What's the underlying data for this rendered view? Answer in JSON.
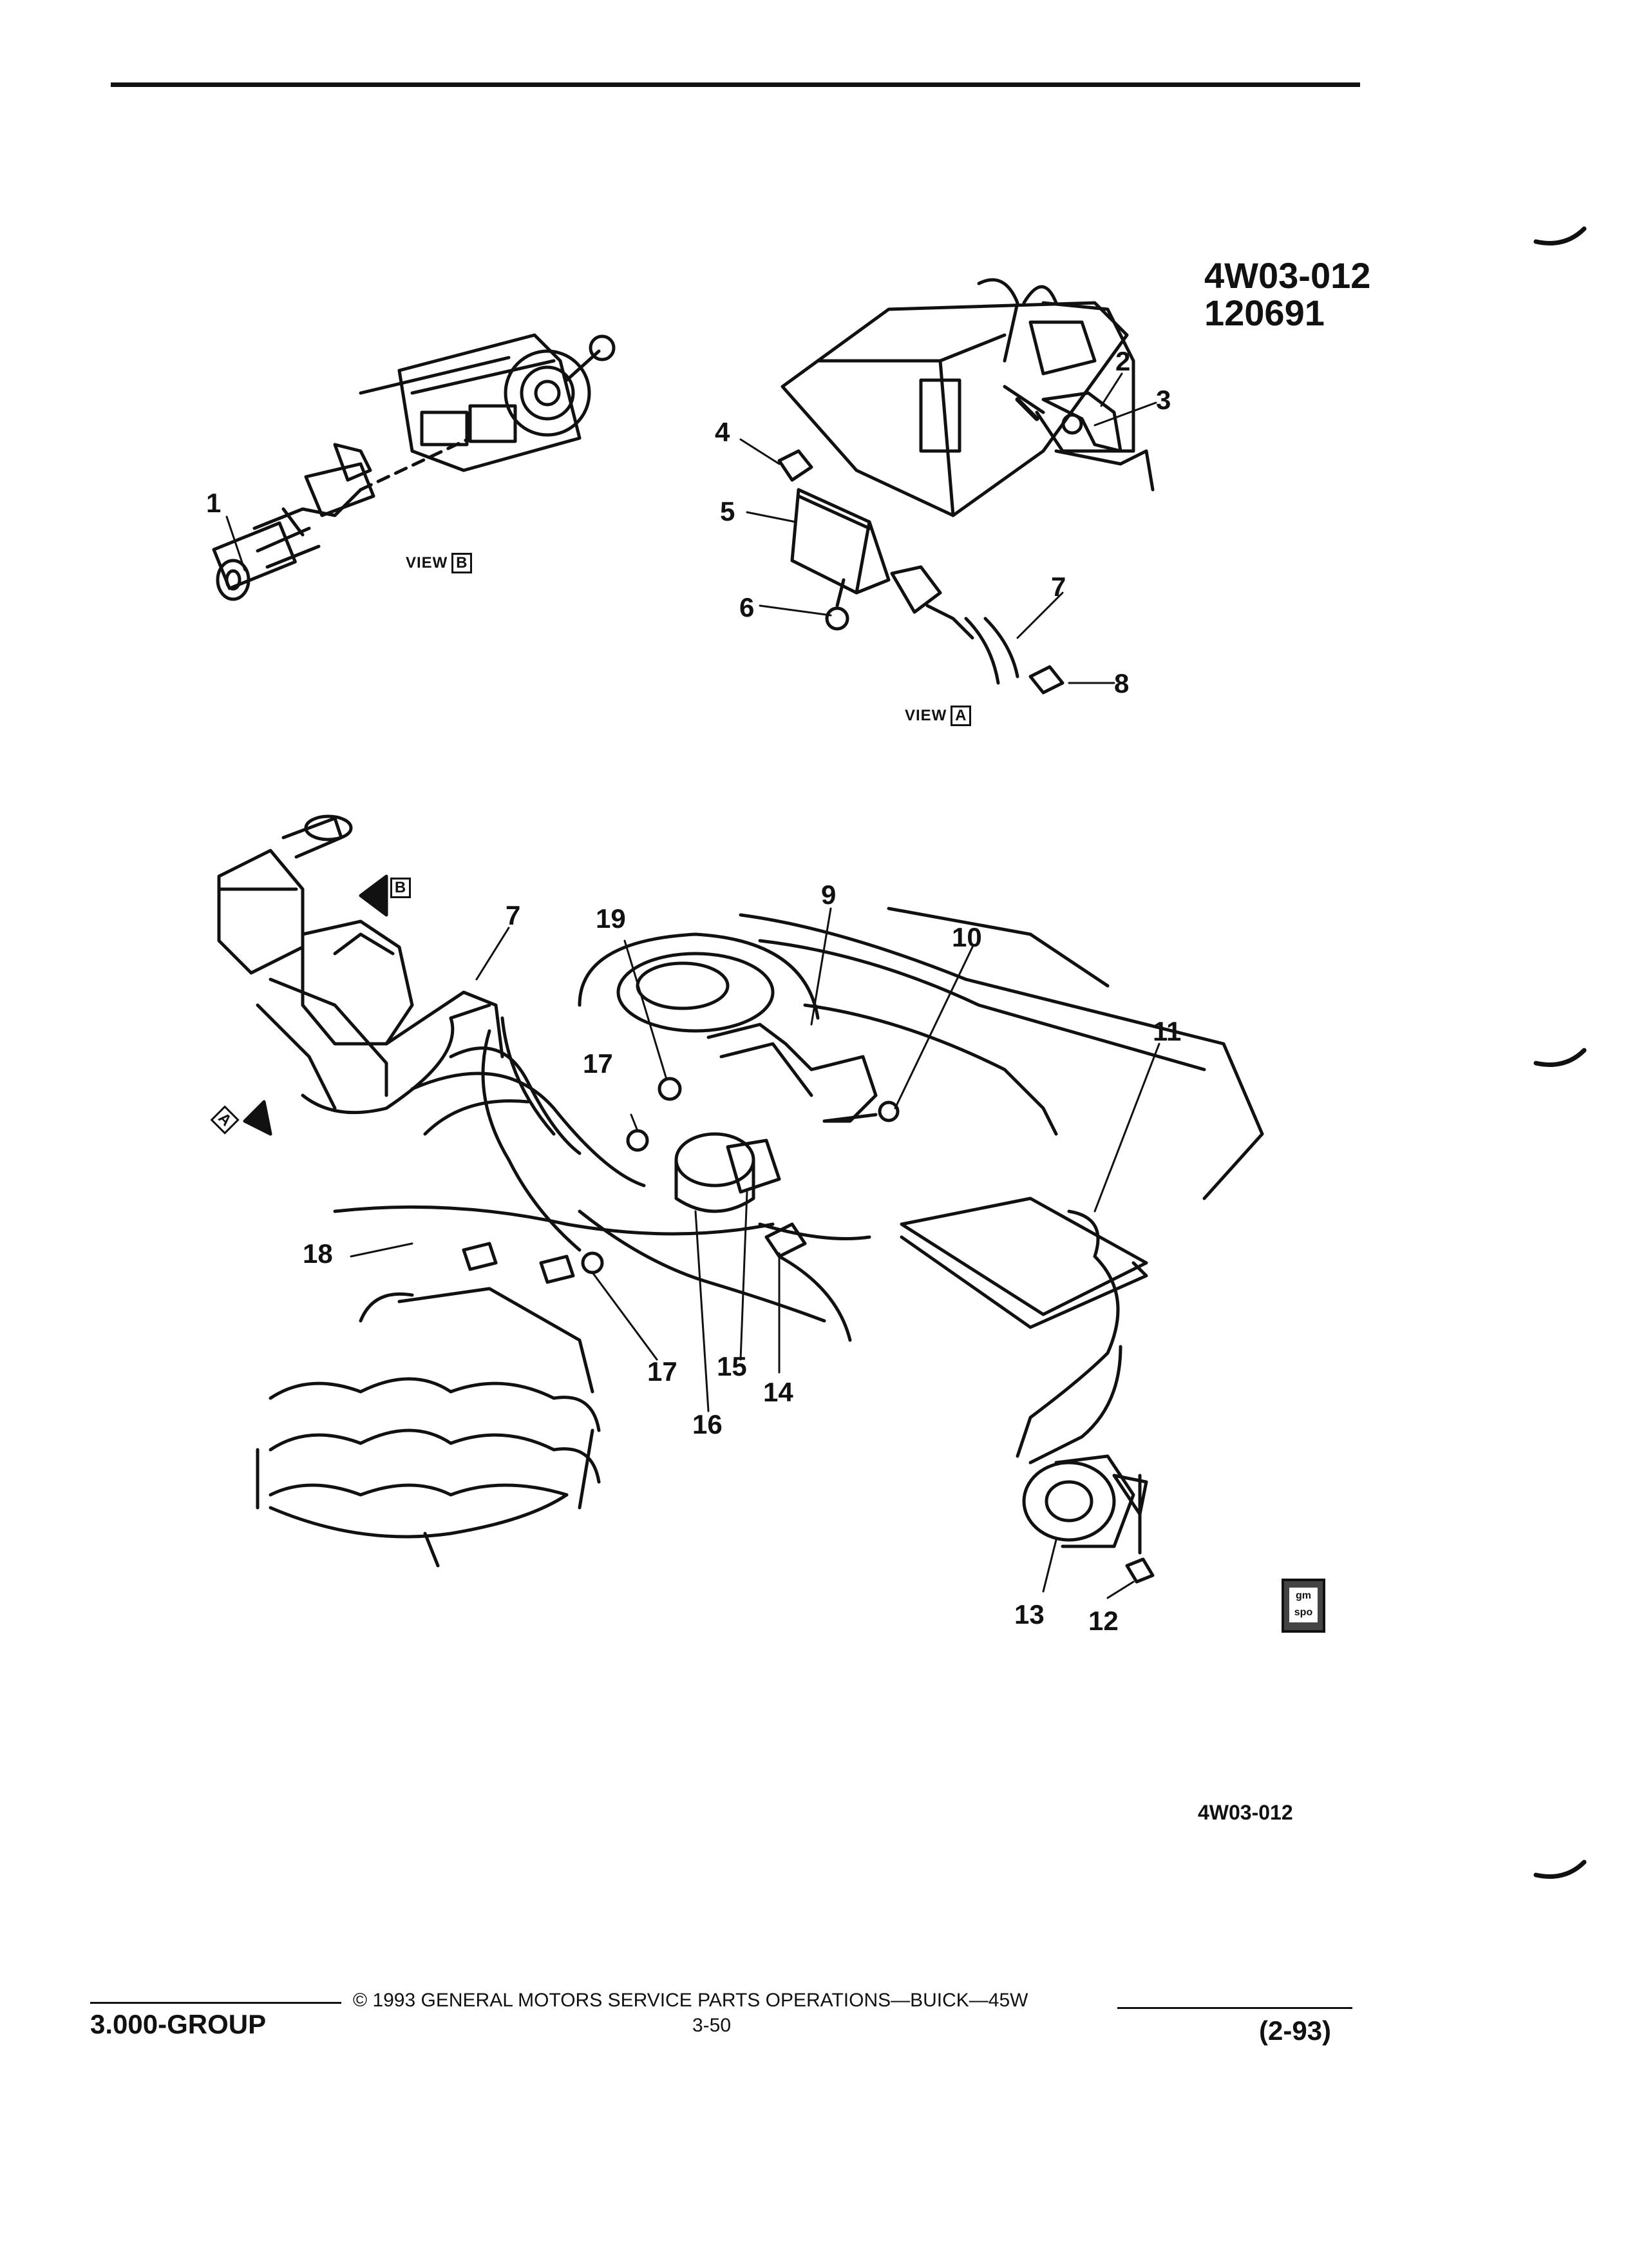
{
  "reference": {
    "code": "4W03-012",
    "date": "120691"
  },
  "bottom_code": "4W03-012",
  "views": {
    "view_label": "VIEW",
    "a": "A",
    "b": "B"
  },
  "callouts": [
    "1",
    "2",
    "3",
    "4",
    "5",
    "6",
    "7",
    "8",
    "7",
    "9",
    "10",
    "11",
    "12",
    "13",
    "14",
    "15",
    "16",
    "17",
    "17",
    "18",
    "19"
  ],
  "logo": {
    "text_top": "gm",
    "text_bottom": "spo"
  },
  "footer": {
    "group": "3.000-GROUP",
    "copyright": "© 1993 GENERAL MOTORS SERVICE PARTS OPERATIONS—BUICK—45W",
    "page": "3-50",
    "revision": "(2-93)"
  }
}
